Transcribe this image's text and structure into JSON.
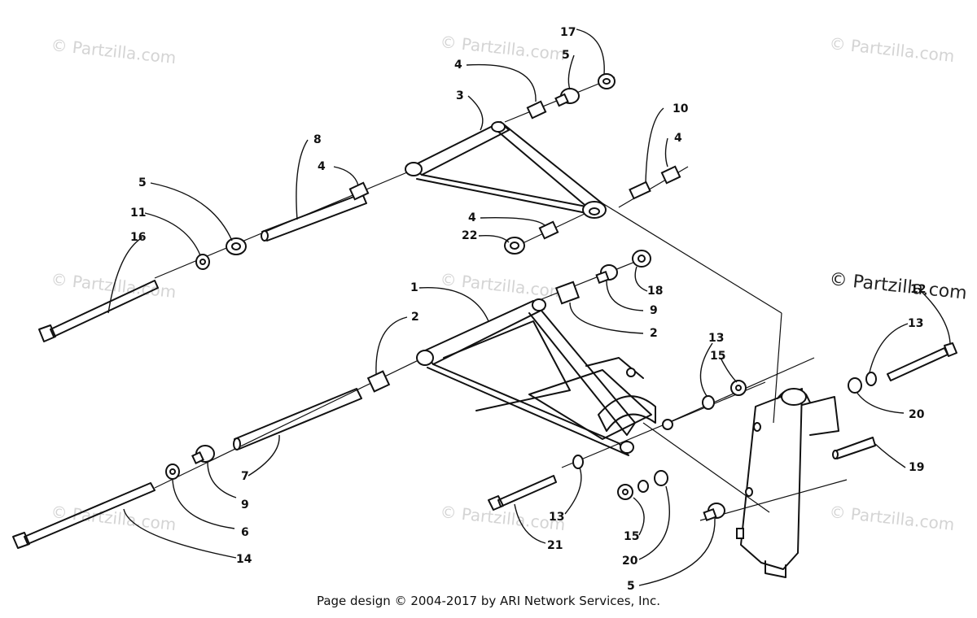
{
  "watermark_text": "© Partzilla.com",
  "footer": "Page design © 2004-2017 by ARI Network Services, Inc.",
  "callouts": {
    "c17": "17",
    "c5a": "5",
    "c4a": "4",
    "c3": "3",
    "c10": "10",
    "c4b": "4",
    "c8": "8",
    "c4c": "4",
    "c5b": "5",
    "c11": "11",
    "c16": "16",
    "c4d": "4",
    "c22": "22",
    "c1": "1",
    "c18": "18",
    "c9a": "9",
    "c2a": "2",
    "c2b": "2",
    "c13a": "13",
    "c15a": "15",
    "c12": "12",
    "c13b": "13",
    "c20a": "20",
    "c19": "19",
    "c7": "7",
    "c9b": "9",
    "c6": "6",
    "c14": "14",
    "c13c": "13",
    "c21": "21",
    "c15b": "15",
    "c20b": "20",
    "c5c": "5"
  }
}
